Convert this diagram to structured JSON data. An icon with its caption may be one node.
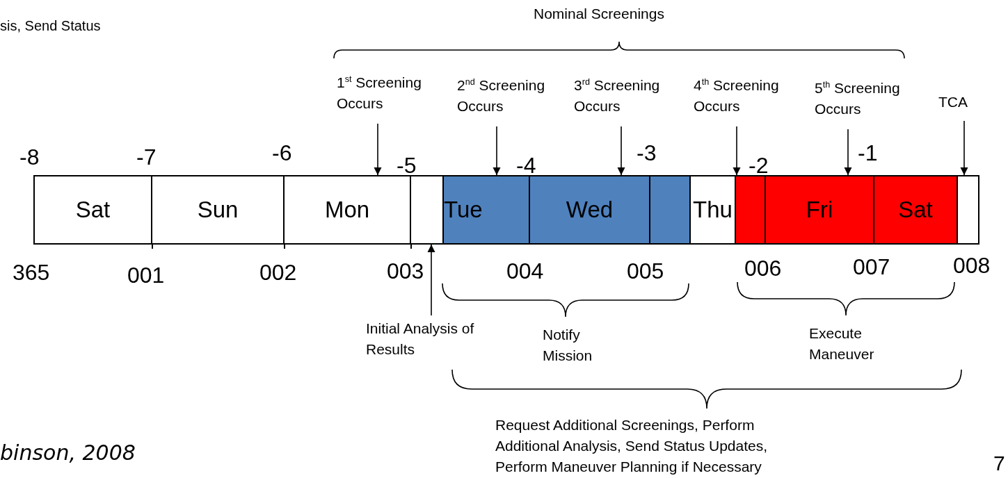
{
  "diagram": {
    "nodes": [
      {
        "text": [
          "1$^{st}$ Screening Occurs"
        ]
      },
      {
        "text": [
          "2$^{nd}$ Screening Occurs"
        ]
      },
      {
        "text": [
          "3$^{rd}$ Screening Occurs"
        ]
      },
      {
        "text": [
          "4$^{th}$ Screening Occurs"
        ]
      },
      {
        "text": [
          "5$^{th}$ Screening Occurs"
        ]
      },
      {
        "text": [
          "TCA"
        ]
      },
      {
        "text": [
          "Sat"
        ]
      },
      {
        "text": [
          "Sun"
        ]
      },
      {
        "text": [
          "Mon"
        ]
      },
      {
        "text": [],
        "shape": "box"
      },
      {
        "text": [
          "Tue"
        ]
      },
      {
        "text": [
          "Wed"
        ]
      },
      {
        "text": [],
        "shape": "box"
      },
      {
        "text": [
          "Thu"
        ]
      },
      {
        "text": [],
        "shape": "box"
      },
      {
        "text": [
          "Fri"
        ]
      },
      {
        "text": [
          "Sat"
        ]
      },
      {
        "text": [],
        "shape": "box"
      },
      {
        "text": [
          "Initial Analysis of Results"
        ]
      }
    ],
    "edges": [
      {
        "from": 0,
        "to": 8,
        "arrow": "to"
      },
      {
        "from": 1,
        "to": 10,
        "arrow": "to"
      },
      {
        "from": 2,
        "to": 11,
        "arrow": "to"
      },
      {
        "from": 3,
        "to": 14,
        "arrow": "to"
      },
      {
        "from": 4,
        "to": 15,
        "arrow": "to"
      },
      {
        "from": 5,
        "to": 17,
        "arrow": "to"
      },
      {
        "from": 18,
        "to": 9,
        "arrow": "to"
      }
    ],
    "labels": [
      "sis, Send Status",
      "Nominal Screenings",
      "-8",
      "-7",
      "-6",
      "-5",
      "-4",
      "-3",
      "-2",
      "-1",
      "365",
      "001",
      "002",
      "003",
      "004",
      "005",
      "006",
      "007",
      "008",
      "Notify Mission",
      "Execute Maneuver",
      "Request Additional Screenings, Perform Additional Analysis, Send Status Updates, Perform Maneuver Planning if Necessary",
      "binson, 2008",
      "7"
    ]
  }
}
